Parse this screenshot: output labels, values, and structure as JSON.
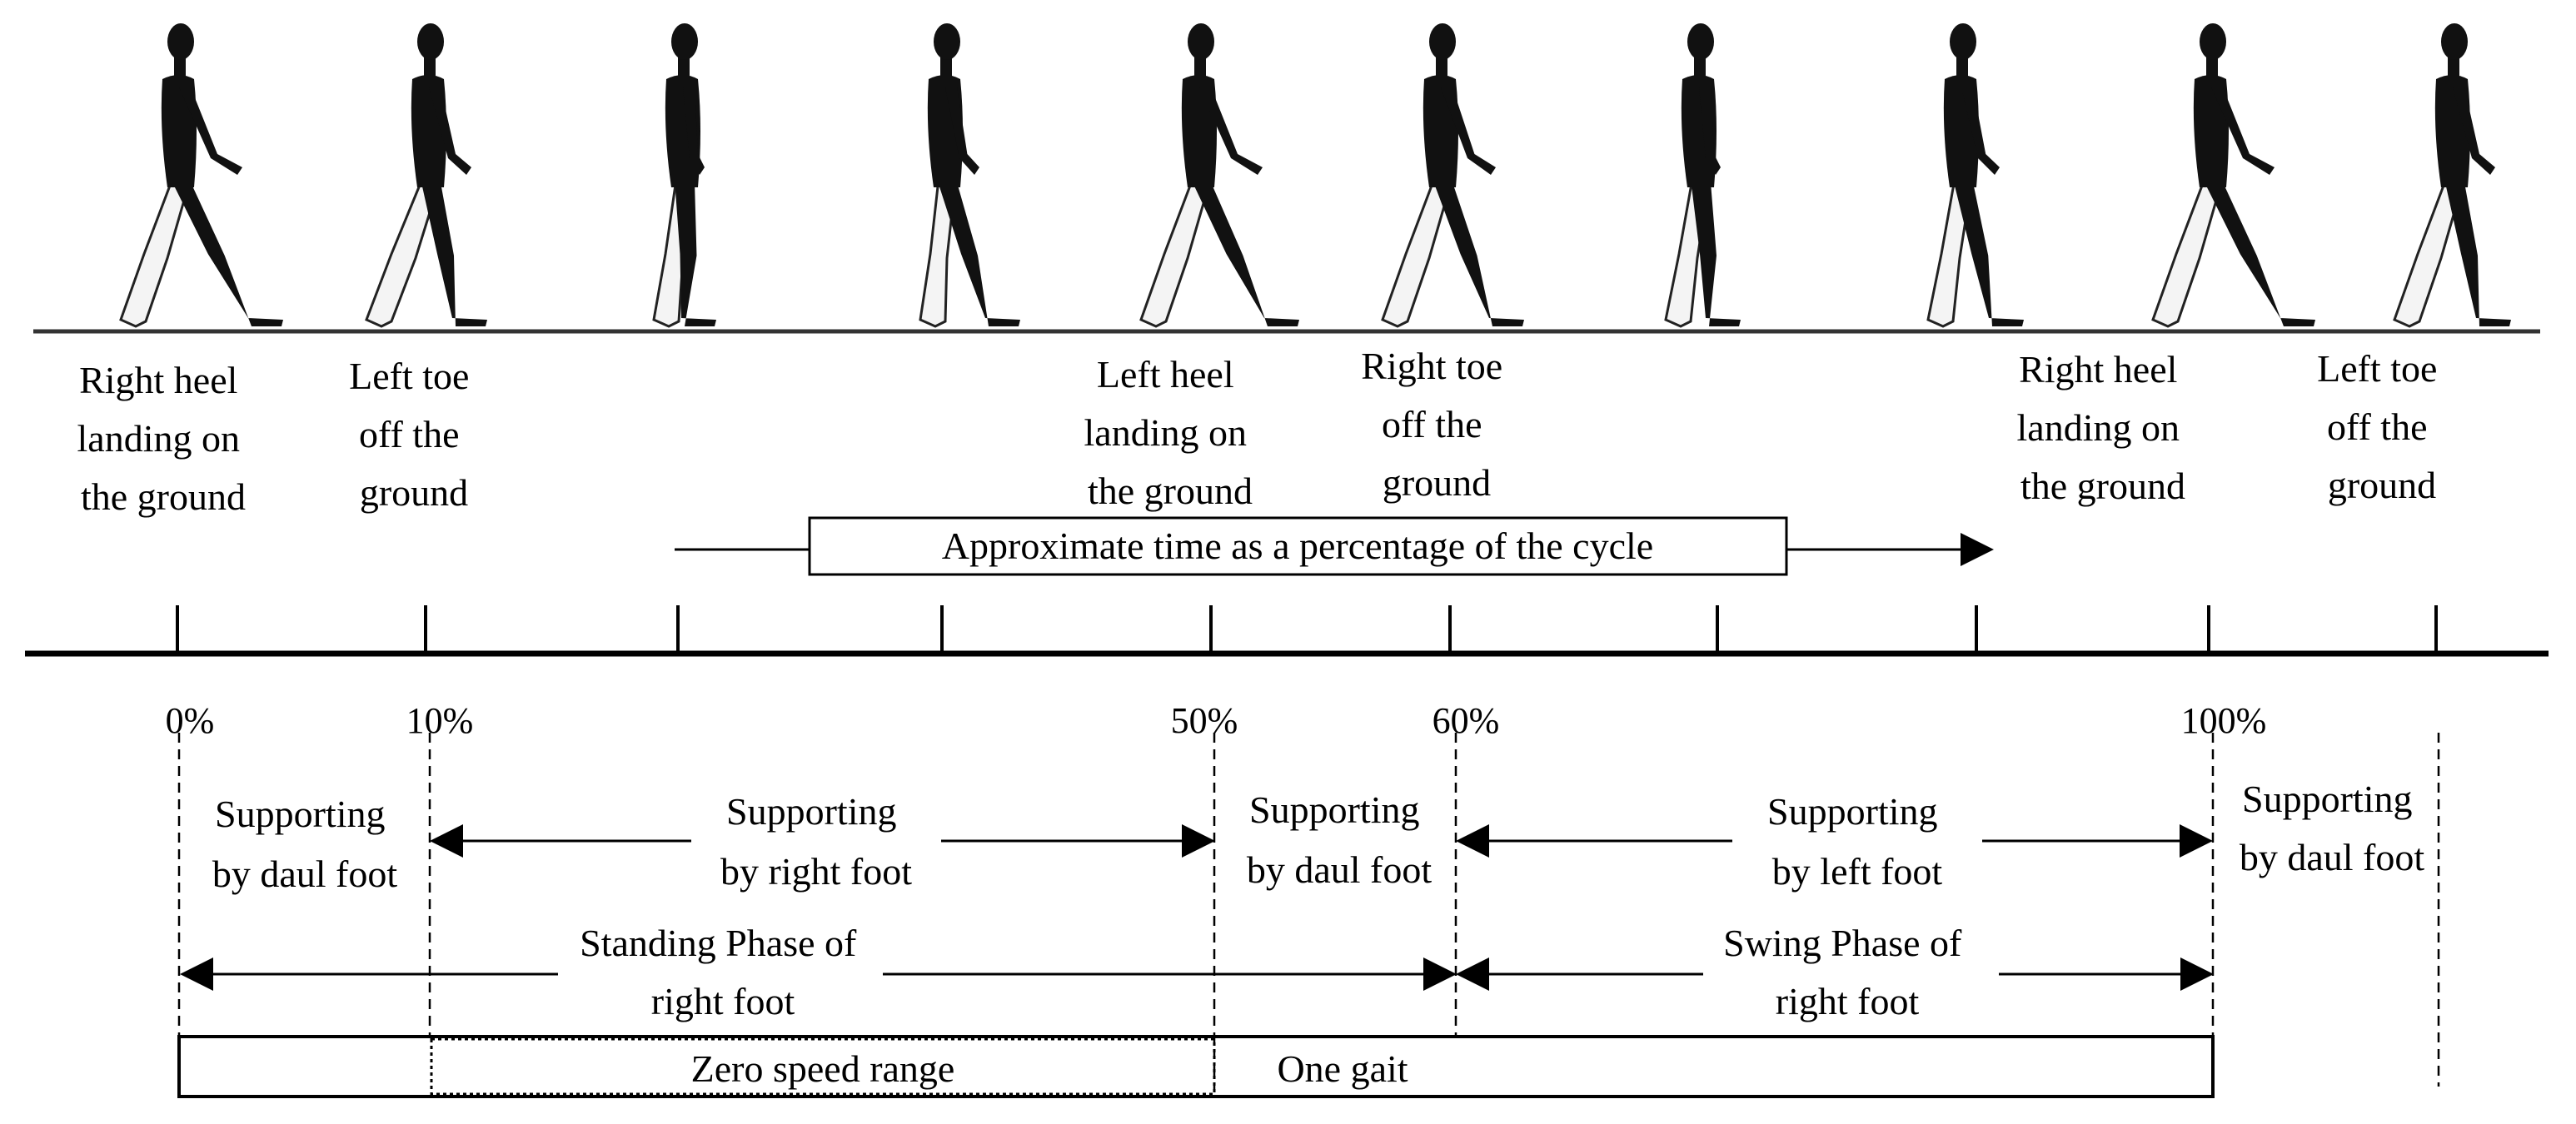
{
  "events": [
    {
      "id": "right-heel-landing-1",
      "lines": [
        "Right heel",
        "landing on",
        "the ground"
      ]
    },
    {
      "id": "left-toe-off-1",
      "lines": [
        "Left toe",
        "off the",
        "ground"
      ]
    },
    {
      "id": "left-heel-landing",
      "lines": [
        "Left heel",
        "landing on",
        "the ground"
      ]
    },
    {
      "id": "right-toe-off",
      "lines": [
        "Right toe",
        "off the",
        "ground"
      ]
    },
    {
      "id": "right-heel-landing-2",
      "lines": [
        "Right heel",
        "landing on",
        "the ground"
      ]
    },
    {
      "id": "left-toe-off-2",
      "lines": [
        "Left toe",
        "off the",
        "ground"
      ]
    }
  ],
  "axis_title": "Approximate time as a percentage of the cycle",
  "percent_labels": [
    "0%",
    "10%",
    "50%",
    "60%",
    "100%"
  ],
  "phases": [
    {
      "id": "dual-1",
      "lines": [
        "Supporting",
        "by daul foot"
      ]
    },
    {
      "id": "right",
      "lines": [
        "Supporting",
        "by right foot"
      ]
    },
    {
      "id": "dual-2",
      "lines": [
        "Supporting",
        "by daul foot"
      ]
    },
    {
      "id": "left",
      "lines": [
        "Supporting",
        "by left foot"
      ]
    },
    {
      "id": "dual-3",
      "lines": [
        "Supporting",
        "by daul foot"
      ]
    }
  ],
  "standing_phase": [
    "Standing Phase of",
    "right foot"
  ],
  "swing_phase": [
    "Swing Phase of",
    "right foot"
  ],
  "zero_speed_label": "Zero speed range",
  "gait_label": "One gait"
}
